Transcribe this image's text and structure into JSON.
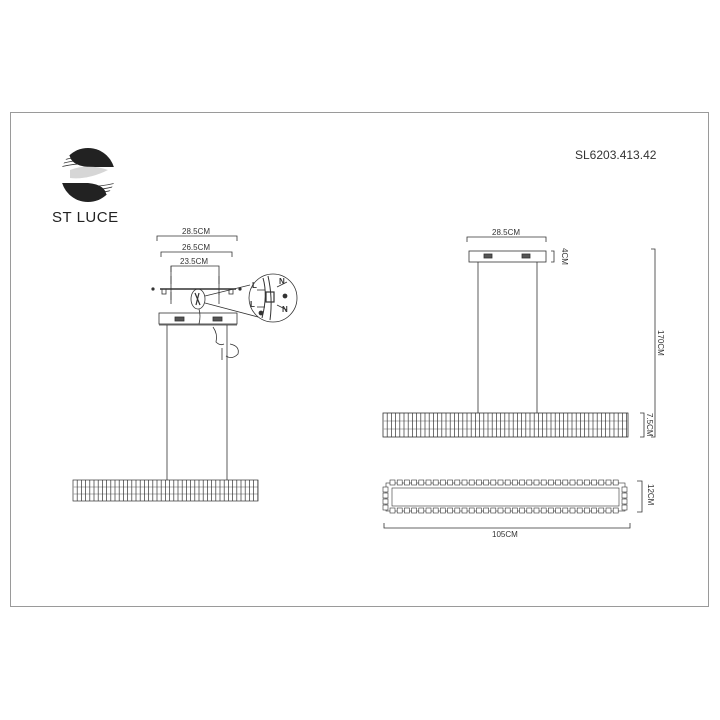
{
  "document": {
    "brand": "ST LUCE",
    "model_number": "SL6203.413.42"
  },
  "installation_view": {
    "dimensions": {
      "outer_width": "28.5CM",
      "middle_width": "26.5CM",
      "inner_width": "23.5CM"
    },
    "wiring_labels": [
      "L",
      "N",
      "L",
      "N"
    ]
  },
  "side_view": {
    "dimensions": {
      "canopy_width": "28.5CM",
      "canopy_height": "4CM",
      "total_height": "170CM",
      "body_height": "7.5CM"
    }
  },
  "top_view": {
    "dimensions": {
      "length": "105CM",
      "depth": "12CM"
    }
  },
  "colors": {
    "line": "#333333",
    "frame": "#9a9a9a",
    "background": "#ffffff"
  }
}
